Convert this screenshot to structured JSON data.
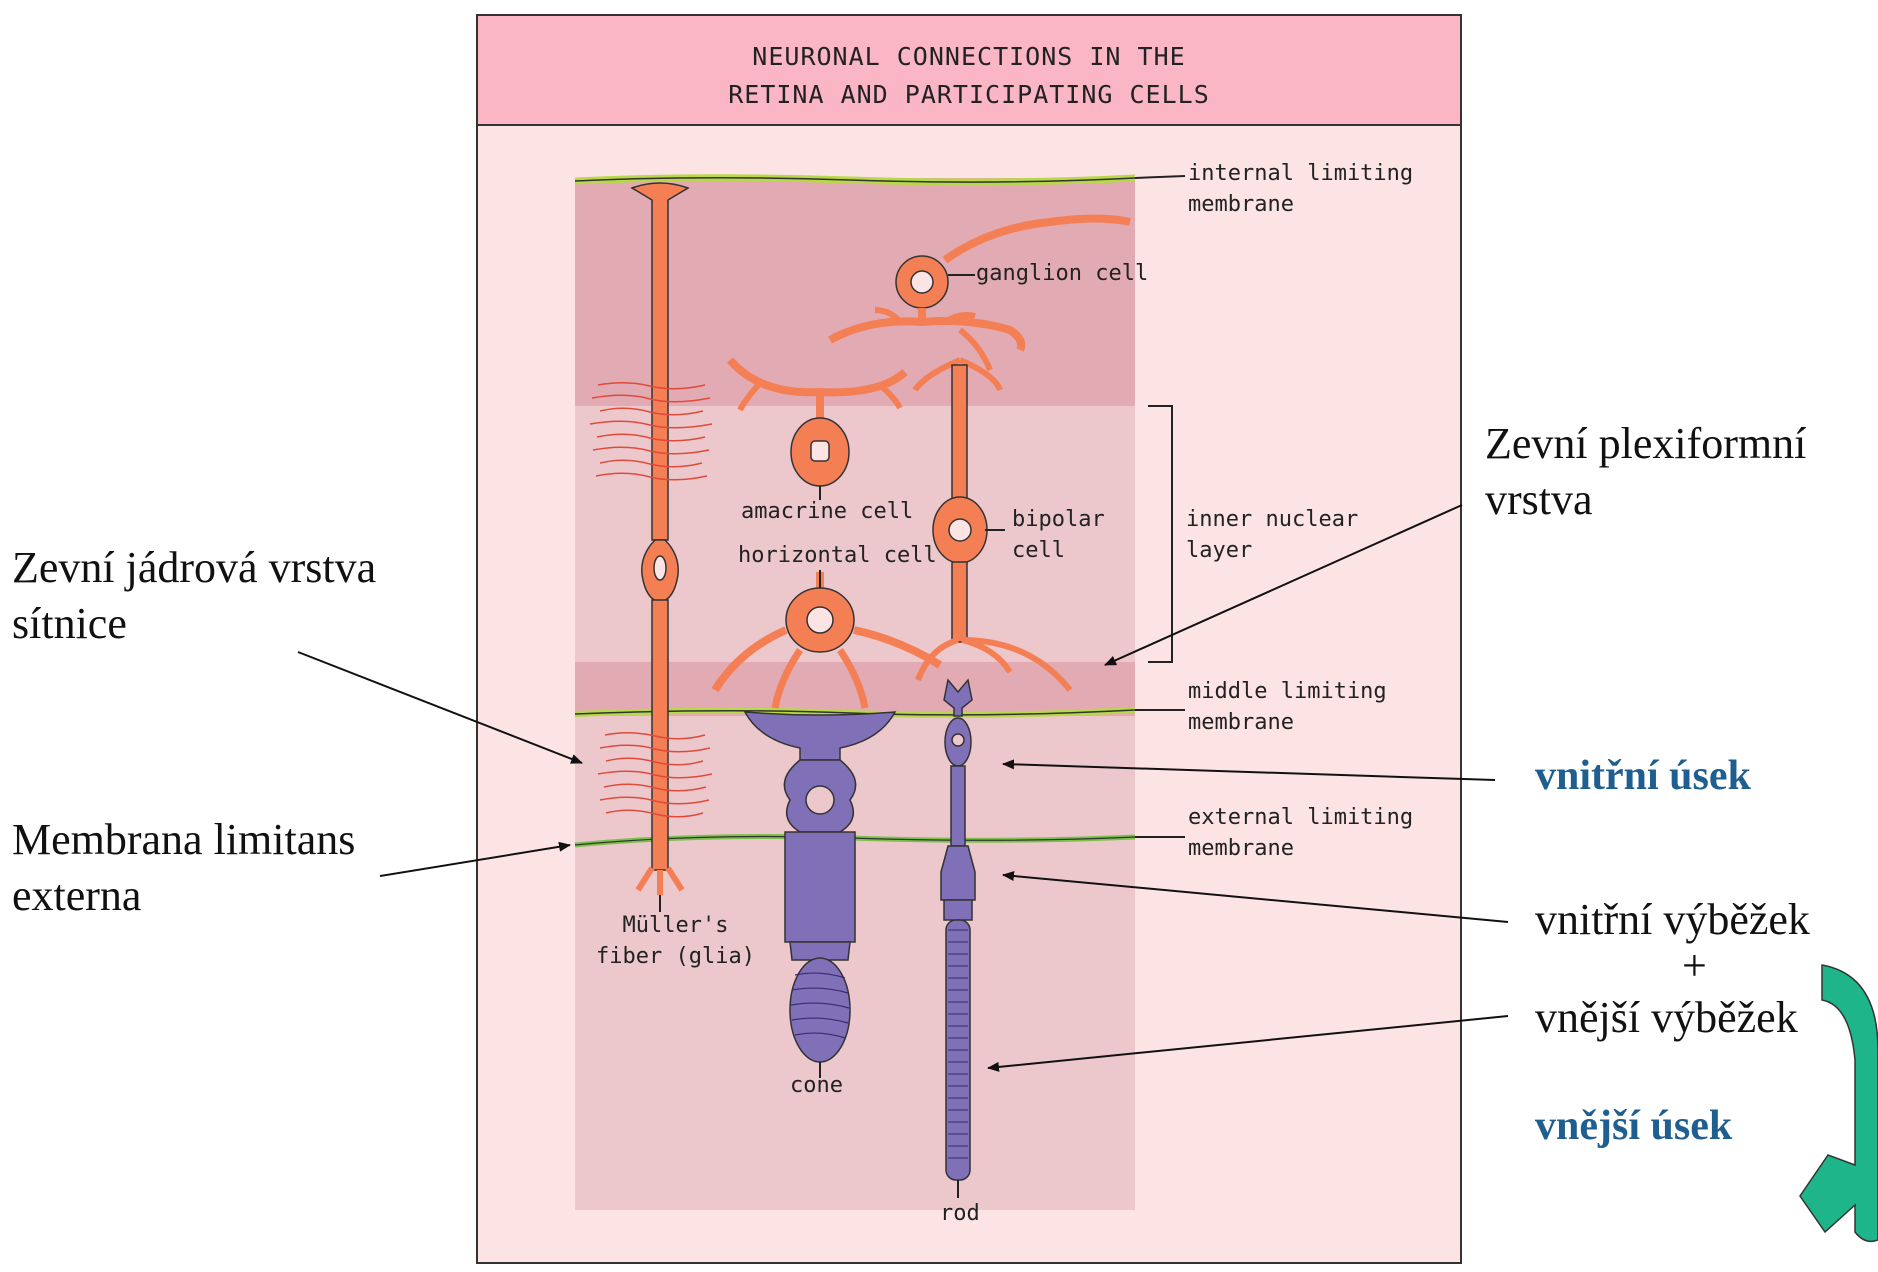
{
  "diagram": {
    "title_line1": "NEURONAL CONNECTIONS IN THE",
    "title_line2": "RETINA AND PARTICIPATING CELLS",
    "labels": {
      "internal_limiting_1": "internal limiting",
      "internal_limiting_2": "membrane",
      "ganglion_cell": "ganglion cell",
      "amacrine_cell": "amacrine cell",
      "bipolar_cell_1": "bipolar",
      "bipolar_cell_2": "cell",
      "horizontal_cell": "horizontal cell",
      "inner_nuclear_1": "inner nuclear",
      "inner_nuclear_2": "layer",
      "middle_limiting_1": "middle limiting",
      "middle_limiting_2": "membrane",
      "external_limiting_1": "external limiting",
      "external_limiting_2": "membrane",
      "muller_1": "Müller's",
      "muller_2": "fiber (glia)",
      "cone": "cone",
      "rod": "rod"
    },
    "colors": {
      "neuron": "#f47f55",
      "photoreceptor": "#8070b8",
      "membrane_green": "#b8d84a",
      "band_dark": "#e2aab2",
      "band_light": "#ecc8cc",
      "panel_bg": "#fde4e4",
      "header_bg": "#fbb6c6",
      "annotation_blue": "#1f5f8f",
      "arrow_teal": "#1fb58a"
    }
  },
  "annotations": {
    "outer_plexiform_1": "Zevní plexiformní",
    "outer_plexiform_2": "vrstva",
    "outer_nuclear_1": "Zevní jádrová vrstva",
    "outer_nuclear_2": "sítnice",
    "membrana_1": "Membrana limitans",
    "membrana_2": "externa",
    "inner_segment": "vnitřní úsek",
    "inner_process": "vnitřní výběžek",
    "plus": "+",
    "outer_process": "vnější výběžek",
    "outer_segment": "vnější úsek"
  }
}
